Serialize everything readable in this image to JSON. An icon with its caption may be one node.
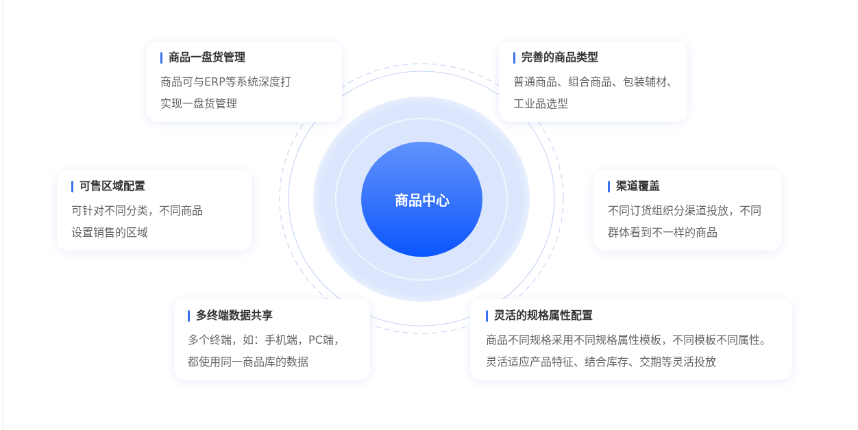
{
  "diagram": {
    "nodes": [
      {
        "text": [
          "商品中心"
        ]
      },
      {
        "text": [
          "商品一盘货管理",
          "商品可与ERP等系统深度打实现一盘货管理"
        ]
      },
      {
        "text": [
          "完善的商品类型",
          "普通商品、组合商品、包装辅材、工业品选型"
        ]
      },
      {
        "text": [
          "可售区域配置",
          "可针对不同分类，不同商品设置销售的区域"
        ]
      },
      {
        "text": [
          "渠道覆盖",
          "不同订货组织分渠道投放，不同群体看到不一样的商品"
        ]
      },
      {
        "text": [
          "多终端数据共享",
          "多个终端，如：手机端，PC端，都使用同一商品库的数据"
        ]
      },
      {
        "text": [
          "灵活的规格属性配置",
          "商品不同规格采用不同规格属性模板，不同模板不同属性。灵活适应产品特征、结合库存、交期等灵活投放"
        ]
      }
    ]
  }
}
